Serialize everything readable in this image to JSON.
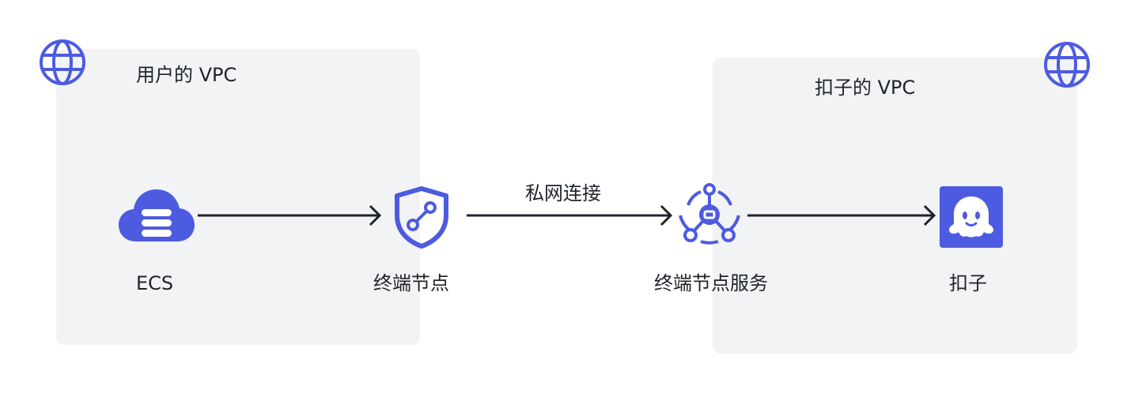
{
  "vpc_left": {
    "title": "用户的 VPC"
  },
  "vpc_right": {
    "title": "扣子的 VPC"
  },
  "nodes": {
    "ecs": {
      "label": "ECS",
      "icon": "cloud-server-icon"
    },
    "endpoint": {
      "label": "终端节点",
      "icon": "shield-link-icon"
    },
    "endpoint_service": {
      "label": "终端节点服务",
      "icon": "hub-service-icon"
    },
    "coze": {
      "label": "扣子",
      "icon": "ghost-app-icon"
    }
  },
  "edges": {
    "private_link": {
      "label": "私网连接"
    }
  },
  "colors": {
    "accent": "#4d5be0",
    "box_bg": "#f2f3f5",
    "arrow": "#1f2329"
  }
}
